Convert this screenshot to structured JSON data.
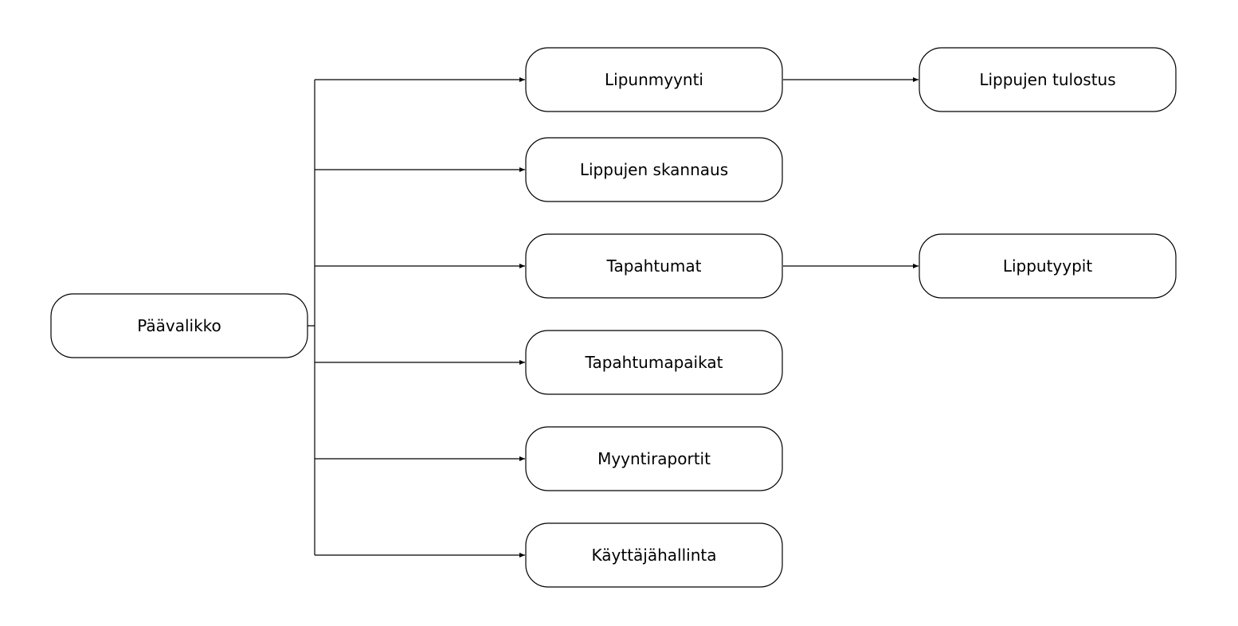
{
  "nodes": {
    "root": {
      "label": "Päävalikko"
    },
    "ticket_sales": {
      "label": "Lipunmyynti"
    },
    "ticket_printing": {
      "label": "Lippujen tulostus"
    },
    "ticket_scanning": {
      "label": "Lippujen skannaus"
    },
    "events": {
      "label": "Tapahtumat"
    },
    "ticket_types": {
      "label": "Lipputyypit"
    },
    "venues": {
      "label": "Tapahtumapaikat"
    },
    "sales_reports": {
      "label": "Myyntiraportit"
    },
    "user_management": {
      "label": "Käyttäjähallinta"
    }
  },
  "edges": [
    {
      "from": "root",
      "to": "ticket_sales"
    },
    {
      "from": "root",
      "to": "ticket_scanning"
    },
    {
      "from": "root",
      "to": "events"
    },
    {
      "from": "root",
      "to": "venues"
    },
    {
      "from": "root",
      "to": "sales_reports"
    },
    {
      "from": "root",
      "to": "user_management"
    },
    {
      "from": "ticket_sales",
      "to": "ticket_printing"
    },
    {
      "from": "events",
      "to": "ticket_types"
    }
  ],
  "colors": {
    "stroke": "#000000",
    "fill": "#ffffff",
    "text": "#000000"
  }
}
